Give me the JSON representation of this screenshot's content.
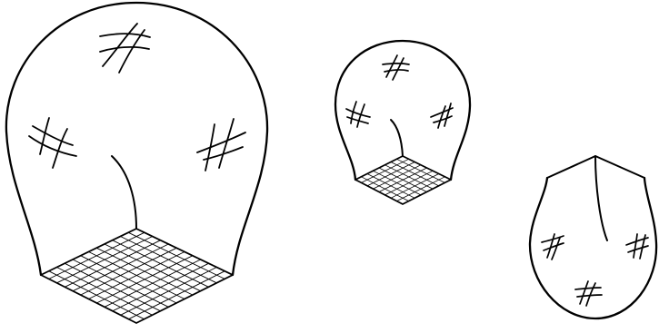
{
  "figure": {
    "background_color": "#ffffff",
    "ink_color": "#000000",
    "shapes": [
      {
        "id": "large-bulb",
        "kind": "bulb-with-grid-base",
        "hash_marks": 3
      },
      {
        "id": "small-bulb",
        "kind": "bulb-with-grid-base",
        "hash_marks": 3
      },
      {
        "id": "cut-bulb",
        "kind": "bulb-cap-cut-open",
        "hash_marks": 3
      }
    ]
  }
}
